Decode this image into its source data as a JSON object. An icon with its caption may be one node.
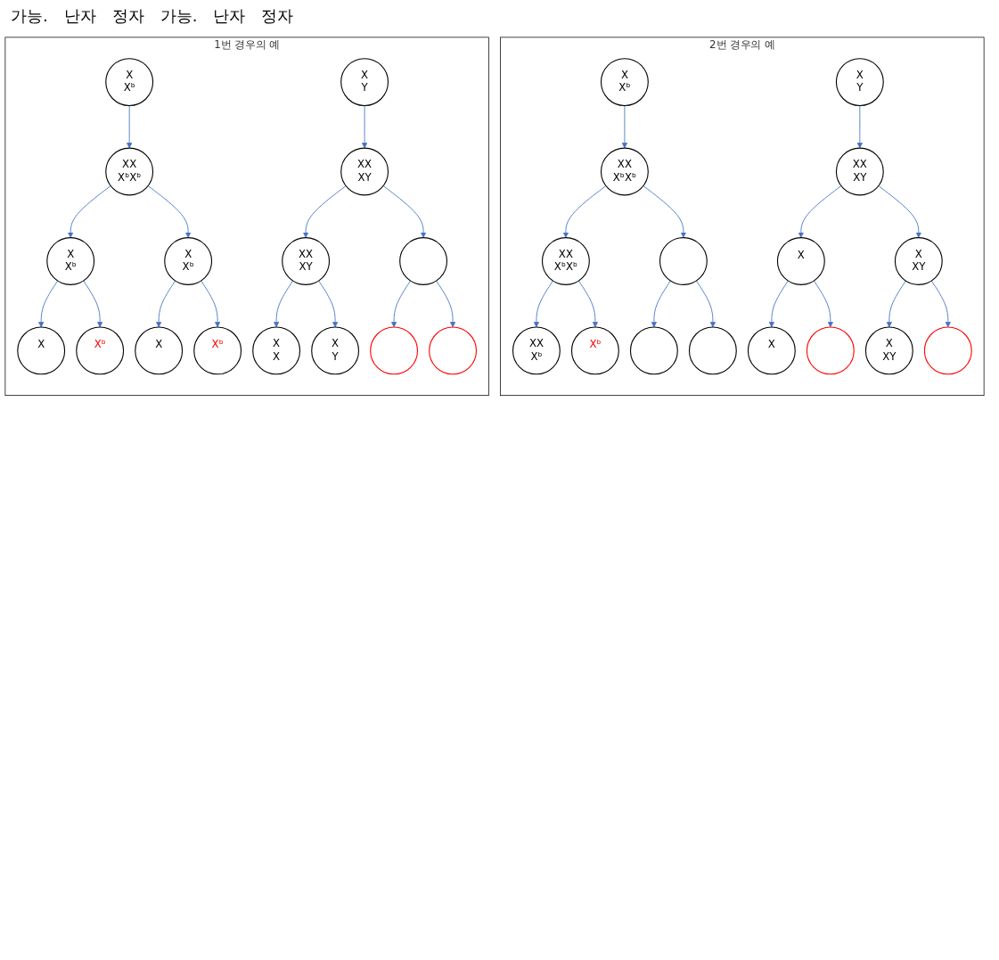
{
  "diagram": {
    "nodes": [
      {
        "text": [
          "1번 경우의 예"
        ]
      },
      {
        "text": [
          "X",
          "Xᵇ"
        ],
        "in": 0
      },
      {
        "text": [
          "XX",
          "XᵇXᵇ"
        ],
        "in": 0
      },
      {
        "text": [
          "X",
          "Xᵇ"
        ],
        "in": 0
      },
      {
        "text": [
          "X",
          "Xᵇ"
        ],
        "in": 0
      },
      {
        "text": [
          "X"
        ],
        "in": 0
      },
      {
        "text": [
          "Xᵇ"
        ],
        "in": 0
      },
      {
        "text": [
          "X"
        ],
        "in": 0
      },
      {
        "text": [
          "Xᵇ"
        ],
        "in": 0
      },
      {
        "text": [
          "X",
          "Y"
        ],
        "in": 0
      },
      {
        "text": [
          "XX",
          "XY"
        ],
        "in": 0
      },
      {
        "text": [
          "XX",
          "XY"
        ],
        "in": 0
      },
      {
        "text": [],
        "shape": "circle",
        "in": 0
      },
      {
        "text": [
          "X",
          "X"
        ],
        "in": 0
      },
      {
        "text": [
          "X",
          "Y"
        ],
        "in": 0
      },
      {
        "text": [],
        "shape": "circle",
        "in": 0
      },
      {
        "text": [],
        "shape": "circle",
        "in": 0
      },
      {
        "text": [
          "2번 경우의 예"
        ]
      },
      {
        "text": [
          "X",
          "Xᵇ"
        ],
        "in": 17
      },
      {
        "text": [
          "XX",
          "XᵇXᵇ"
        ],
        "in": 17
      },
      {
        "text": [
          "XX",
          "XᵇXᵇ"
        ],
        "in": 17
      },
      {
        "text": [],
        "shape": "circle",
        "in": 17
      },
      {
        "text": [
          "XX",
          "Xᵇ"
        ],
        "in": 17
      },
      {
        "text": [
          "Xᵇ"
        ],
        "in": 17
      },
      {
        "text": [],
        "shape": "circle",
        "in": 17
      },
      {
        "text": [],
        "shape": "circle",
        "in": 17
      },
      {
        "text": [
          "X",
          "Y"
        ],
        "in": 17
      },
      {
        "text": [
          "XX",
          "XY"
        ],
        "in": 17
      },
      {
        "text": [
          "X"
        ],
        "in": 17
      },
      {
        "text": [
          "X",
          "XY"
        ],
        "in": 17
      },
      {
        "text": [
          "X"
        ],
        "in": 17
      },
      {
        "text": [],
        "shape": "circle",
        "in": 17
      },
      {
        "text": [
          "X",
          "XY"
        ],
        "in": 17
      },
      {
        "text": [],
        "shape": "circle",
        "in": 17
      }
    ],
    "edges": [
      {
        "from": 1,
        "to": 2,
        "arrow": "to"
      },
      {
        "from": 2,
        "to": 3,
        "arrow": "to"
      },
      {
        "from": 2,
        "to": 4,
        "arrow": "to"
      },
      {
        "from": 3,
        "to": 5,
        "arrow": "to"
      },
      {
        "from": 3,
        "to": 6,
        "arrow": "to"
      },
      {
        "from": 4,
        "to": 7,
        "arrow": "to"
      },
      {
        "from": 4,
        "to": 8,
        "arrow": "to"
      },
      {
        "from": 9,
        "to": 10,
        "arrow": "to"
      },
      {
        "from": 10,
        "to": 11,
        "arrow": "to"
      },
      {
        "from": 10,
        "to": 12,
        "arrow": "to"
      },
      {
        "from": 11,
        "to": 13,
        "arrow": "to"
      },
      {
        "from": 11,
        "to": 14,
        "arrow": "to"
      },
      {
        "from": 12,
        "to": 15,
        "arrow": "to"
      },
      {
        "from": 12,
        "to": 16,
        "arrow": "to"
      },
      {
        "from": 18,
        "to": 19,
        "arrow": "to"
      },
      {
        "from": 19,
        "to": 20,
        "arrow": "to"
      },
      {
        "from": 19,
        "to": 21,
        "arrow": "to"
      },
      {
        "from": 20,
        "to": 22,
        "arrow": "to"
      },
      {
        "from": 20,
        "to": 23,
        "arrow": "to"
      },
      {
        "from": 21,
        "to": 24,
        "arrow": "to"
      },
      {
        "from": 21,
        "to": 25,
        "arrow": "to"
      },
      {
        "from": 26,
        "to": 27,
        "arrow": "to"
      },
      {
        "from": 27,
        "to": 28,
        "arrow": "to"
      },
      {
        "from": 27,
        "to": 29,
        "arrow": "to"
      },
      {
        "from": 28,
        "to": 30,
        "arrow": "to"
      },
      {
        "from": 28,
        "to": 31,
        "arrow": "to"
      },
      {
        "from": 29,
        "to": 32,
        "arrow": "to"
      },
      {
        "from": 29,
        "to": 33,
        "arrow": "to"
      }
    ],
    "labels": [
      "가능.",
      "난자",
      "정자",
      "가능.",
      "난자",
      "정자"
    ]
  }
}
